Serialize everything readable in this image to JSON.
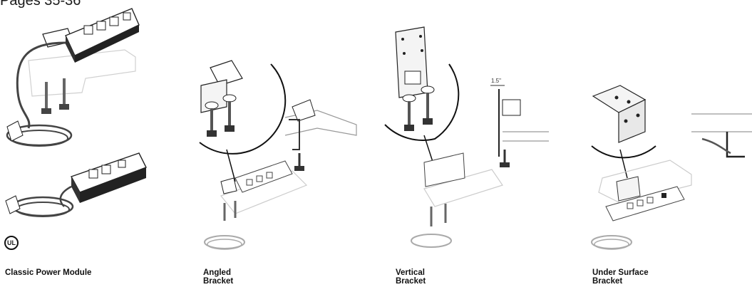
{
  "header": {
    "page_ref": "Pages 35-36"
  },
  "panels": [
    {
      "caption": "Classic Power Module"
    },
    {
      "caption": "Angled\nBracket"
    },
    {
      "caption": "Vertical\nBracket"
    },
    {
      "caption": "Under Surface\nBracket"
    }
  ],
  "certification": {
    "mark_text": "UL",
    "icon": "ul-certification-icon"
  },
  "annotations": {
    "vertical_dimension": "1.5\""
  }
}
